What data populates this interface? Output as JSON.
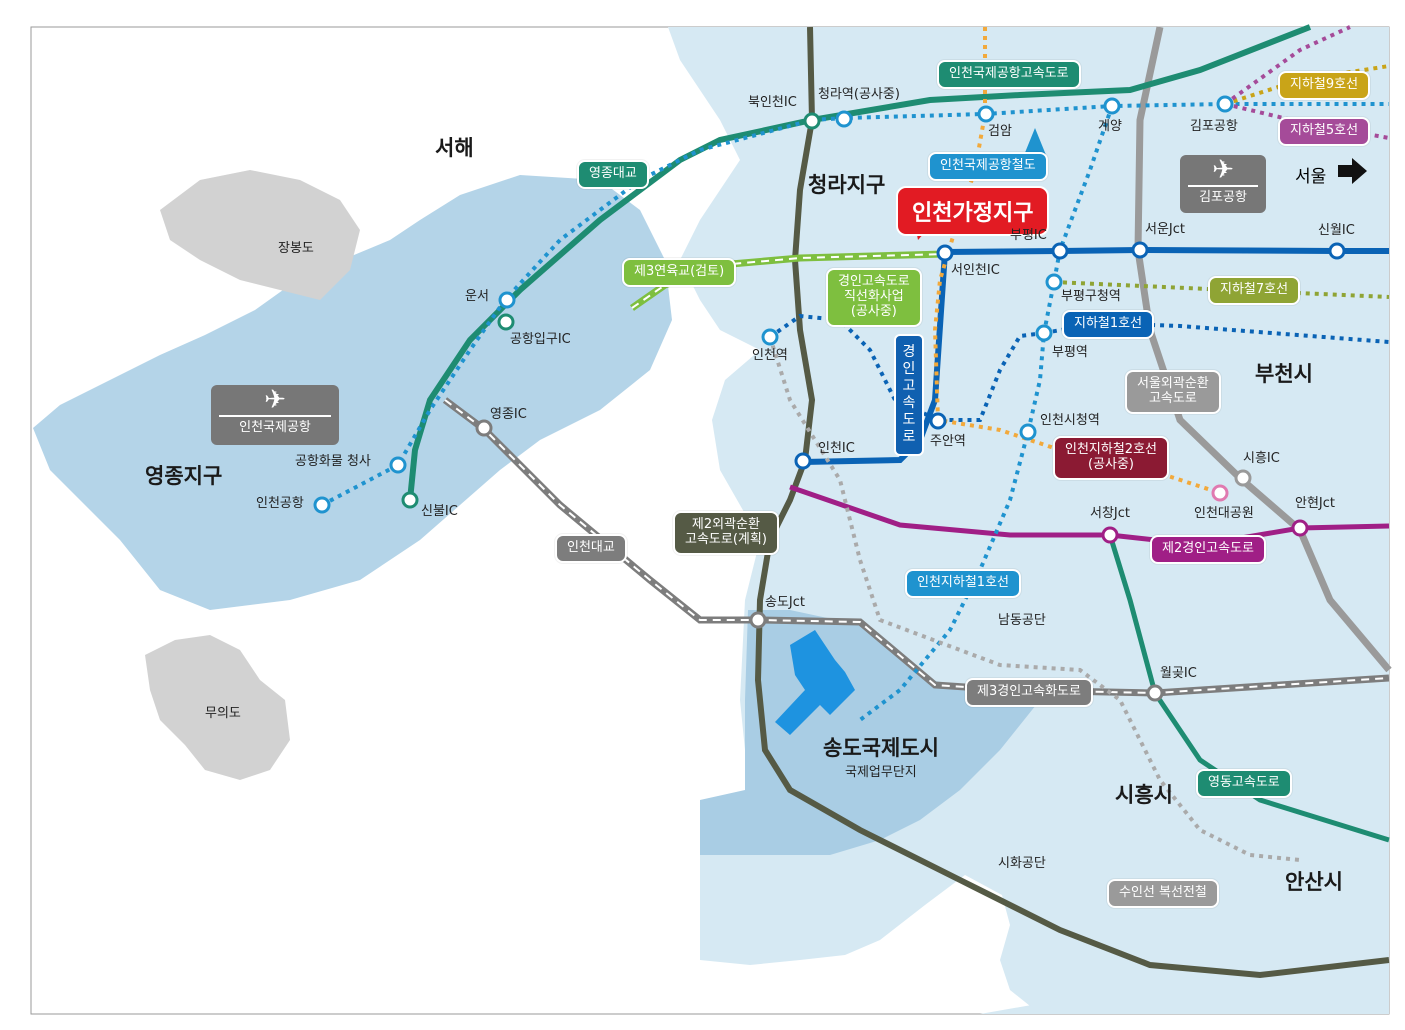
{
  "map": {
    "sea_label": "서해",
    "districts": {
      "yeongjong": "영종지구",
      "cheongna": "청라지구",
      "gajeong": "인천가정지구",
      "songdo": "송도국제도시",
      "songdo_sub": "국제업무단지"
    },
    "cities": {
      "bucheon": "부천시",
      "siheung": "시흥시",
      "ansan": "안산시"
    },
    "islands": {
      "jangbong": "장봉도",
      "muui": "무의도"
    },
    "airports": {
      "incheon": "인천국제공항",
      "gimpo": "김포공항"
    },
    "places": {
      "namdong": "남동공단",
      "sihwa": "시화공단",
      "seoul": "서울"
    },
    "stations": {
      "unseo": "운서",
      "airport_ic": "공항입구IC",
      "cargo": "공항화물 청사",
      "incheon_airport": "인천공항",
      "sinbul_ic": "신불IC",
      "yeongjong_ic": "영종IC",
      "bukincheon_ic": "북인천IC",
      "cheongna_station": "청라역(공사중)",
      "geomam": "검암",
      "gyeyang": "계양",
      "gimpo_airport": "김포공항",
      "bupyeong_ic": "부평IC",
      "seoun_jct": "서운Jct",
      "sinwol_ic": "신월IC",
      "seoincheon_ic": "서인천IC",
      "bupyeong_gu_office": "부평구청역",
      "bupyeong_station": "부평역",
      "incheon_station": "인천역",
      "juan_station": "주안역",
      "incheon_city_hall": "인천시청역",
      "incheon_ic": "인천IC",
      "siheung_ic": "시흥IC",
      "incheon_grand_park": "인천대공원",
      "anhyeon_jct": "안현Jct",
      "seochang_jct": "서창Jct",
      "songdo_jct": "송도Jct",
      "wolgot_ic": "월곶IC"
    },
    "route_tags": {
      "airport_expressway": "인천국제공항고속도로",
      "subway9": "지하철9호선",
      "subway5": "지하철5호선",
      "yeongjong_bridge": "영종대교",
      "airport_railroad": "인천국제공항철도",
      "bridge3": "제3연육교(검토)",
      "gyeongin_direct": [
        "경인고속도로",
        "직선화사업",
        "(공사중)"
      ],
      "gyeongin_expressway": "경인고속도로",
      "subway7": "지하철7호선",
      "subway1": "지하철1호선",
      "seoul_ring": [
        "서울외곽순환",
        "고속도로"
      ],
      "incheon_subway2": [
        "인천지하철2호선",
        "(공사중)"
      ],
      "ring2": [
        "제2외곽순환",
        "고속도로(계획)"
      ],
      "incheon_bridge": "인천대교",
      "gyeongin2": "제2경인고속도로",
      "incheon_subway1": "인천지하철1호선",
      "gyeongin3": "제3경인고속화도로",
      "yeongdong": "영동고속도로",
      "suin": "수인선 복선전철"
    },
    "colors": {
      "sea": "#ffffff",
      "land": "#d6e9f3",
      "yeongjong_land": "#b4d4e8",
      "songdo_land": "#a9cde4",
      "islands": "#d2d2d2",
      "airport_expressway": "#1e8c72",
      "airport_rail": "#1f93cf",
      "gyeongin": "#0a63b5",
      "gyeongin2": "#a01f86",
      "ring2": "#555a45",
      "ring_seoul": "#9a9a9a",
      "subway7": "#8fa434",
      "subway9": "#c9a418",
      "subway5": "#a54b99",
      "subway2": "#f2a93b",
      "bridge_green": "#7ebf3f",
      "gajeong_red": "#e21b23"
    }
  }
}
